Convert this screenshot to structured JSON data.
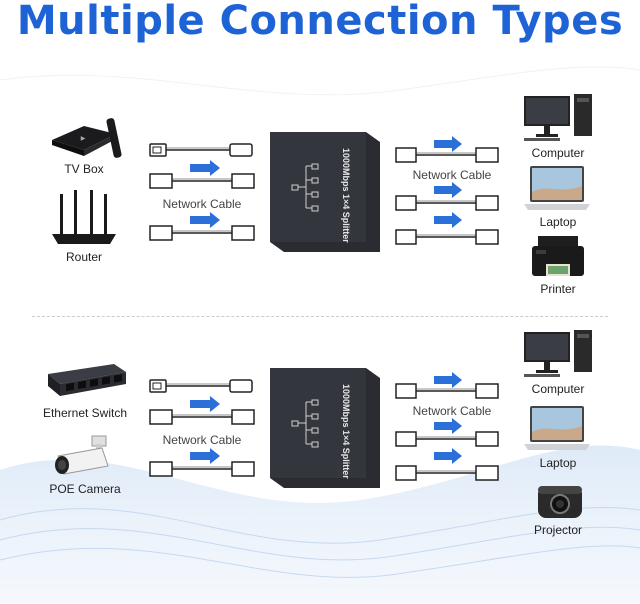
{
  "title": "Multiple Connection Types",
  "top": {
    "inputs": [
      "TV Box",
      "Router"
    ],
    "cable_label_left": "Network Cable",
    "cable_label_right": "Network Cable",
    "splitter_label": "1000Mbps 1×4 Splitter",
    "outputs": [
      "Computer",
      "Laptop",
      "Printer"
    ]
  },
  "bottom": {
    "inputs": [
      "Ethernet Switch",
      "POE Camera"
    ],
    "cable_label_left": "Network Cable",
    "cable_label_right": "Network Cable",
    "splitter_label": "1000Mbps 1×4 Splitter",
    "outputs": [
      "Computer",
      "Laptop",
      "Projector"
    ]
  },
  "colors": {
    "title": "#1d63d6",
    "arrow": "#2b6fd8",
    "splitter": "#2a2c31"
  }
}
